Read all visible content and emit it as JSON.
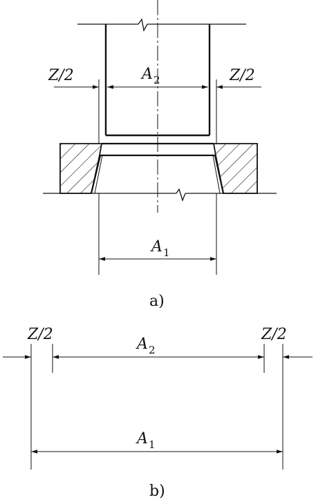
{
  "figure_a": {
    "caption": "a)",
    "label_z_left": "Z/2",
    "label_z_right": "Z/2",
    "label_a2_letter": "A",
    "label_a2_sub": "2",
    "label_a1_letter": "A",
    "label_a1_sub": "1"
  },
  "figure_b": {
    "caption": "b)",
    "label_z_left": "Z/2",
    "label_z_right": "Z/2",
    "label_a2_letter": "A",
    "label_a2_sub": "2",
    "label_a1_letter": "A",
    "label_a1_sub": "1"
  }
}
